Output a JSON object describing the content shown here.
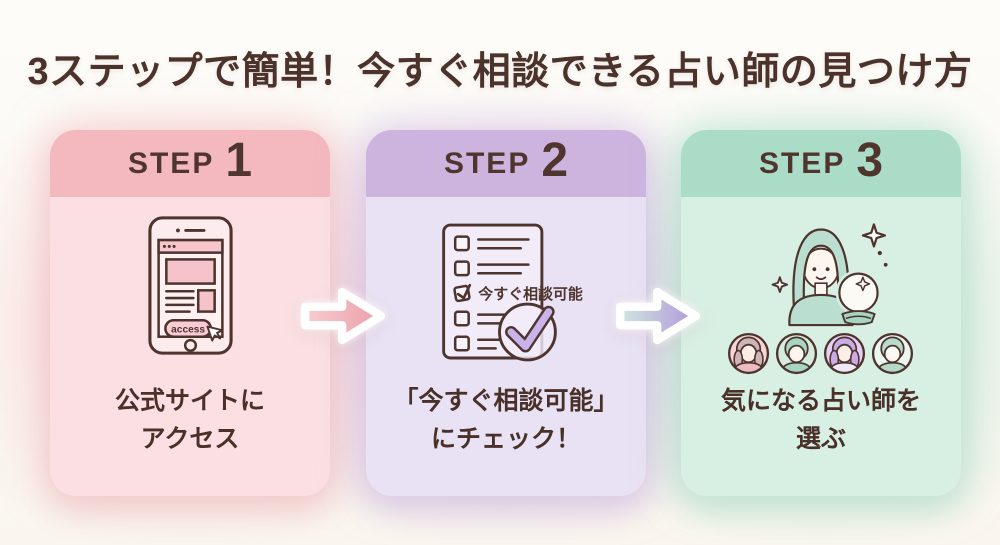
{
  "title": "3ステップで簡単！今すぐ相談できる占い師の見つけ方",
  "text_color": "#4b322a",
  "steps": [
    {
      "step_label": "STEP",
      "step_number": "1",
      "icon": "smartphone-access-icon",
      "phone": {
        "access_button_label": "access"
      },
      "caption": [
        "公式サイトに",
        "アクセス"
      ],
      "accent_color": "#f3b9be",
      "body_color": "#fbdfe2"
    },
    {
      "step_label": "STEP",
      "step_number": "2",
      "icon": "checklist-check-icon",
      "checklist": {
        "checked_item_label": "今すぐ相談可能"
      },
      "caption": [
        "「今すぐ相談可能」",
        "にチェック！"
      ],
      "accent_color": "#cdb4df",
      "body_color": "#e9e1f4"
    },
    {
      "step_label": "STEP",
      "step_number": "3",
      "icon": "fortune-teller-icon",
      "caption": [
        "気になる占い師を",
        "選ぶ"
      ],
      "accent_color": "#aadcc8",
      "body_color": "#d8efe4"
    }
  ],
  "arrows": [
    {
      "name": "arrow-step1-to-step2",
      "color_from": "#f7cdd1",
      "color_to": "#ec9ea9"
    },
    {
      "name": "arrow-step2-to-step3",
      "color_from": "#cfe8e0",
      "color_to": "#b195d9"
    }
  ]
}
